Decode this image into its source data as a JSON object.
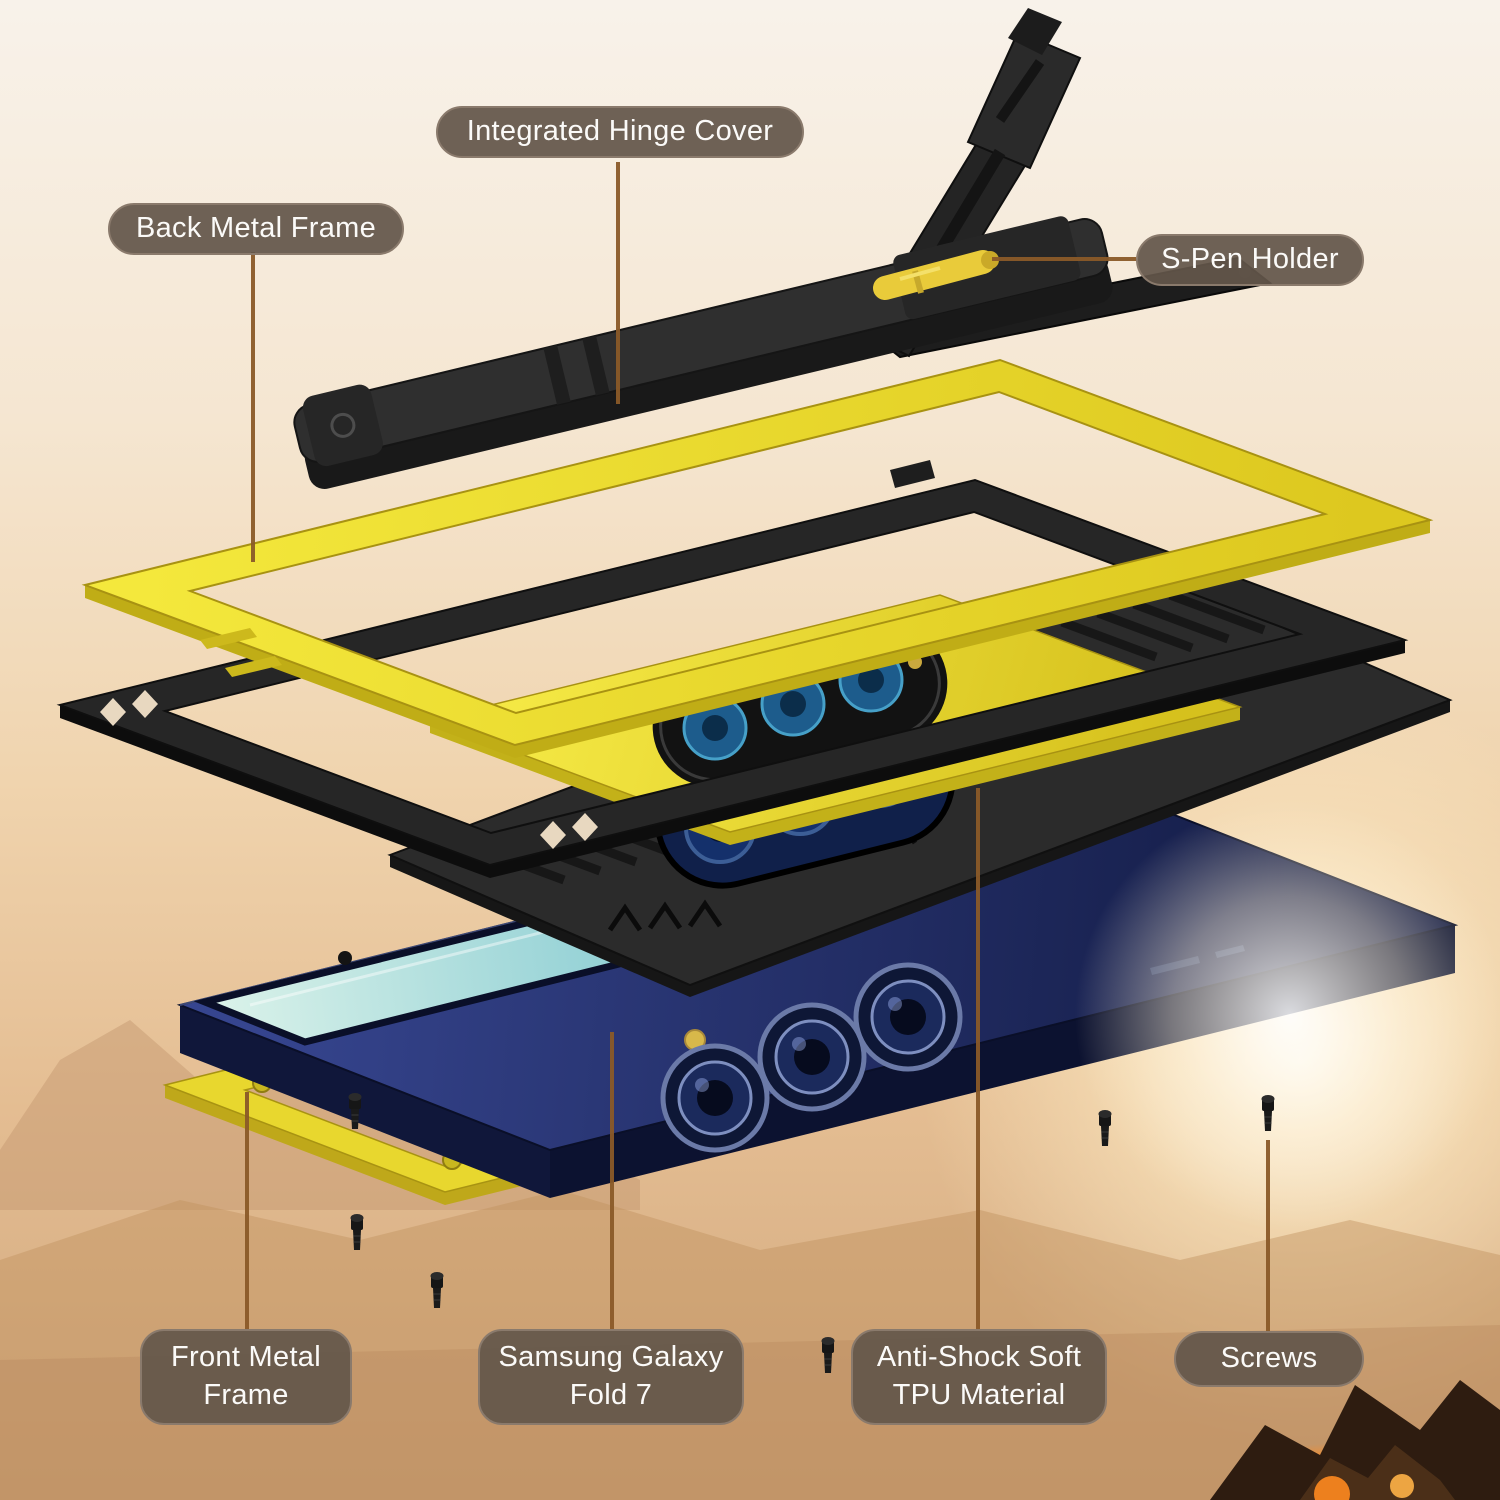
{
  "diagram": {
    "kind": "exploded-view product diagram",
    "product": "Rugged kickstand case for Samsung Galaxy Fold 7",
    "callouts": [
      {
        "name": "integrated-hinge-cover",
        "lines": [
          "Integrated Hinge Cover"
        ]
      },
      {
        "name": "back-metal-frame",
        "lines": [
          "Back Metal Frame"
        ]
      },
      {
        "name": "s-pen-holder",
        "lines": [
          "S-Pen Holder"
        ]
      },
      {
        "name": "front-metal-frame",
        "lines": [
          "Front Metal",
          "Frame"
        ]
      },
      {
        "name": "samsung-galaxy-fold-7",
        "lines": [
          "Samsung Galaxy",
          "Fold 7"
        ]
      },
      {
        "name": "anti-shock-soft-tpu-material",
        "lines": [
          "Anti-Shock Soft",
          "TPU Material"
        ]
      },
      {
        "name": "screws",
        "lines": [
          "Screws"
        ]
      }
    ],
    "colors": {
      "label_background": "#63564a",
      "label_border": "#8a7a6c",
      "label_text": "#fbfaf8",
      "leader_line": "#8a5a28",
      "case_yellow": "#e8d72e",
      "case_black": "#262626",
      "phone_navy": "#1d2a57",
      "screen_teal": "#a8ddd6",
      "sunset_orange": "#e4bd92"
    }
  }
}
